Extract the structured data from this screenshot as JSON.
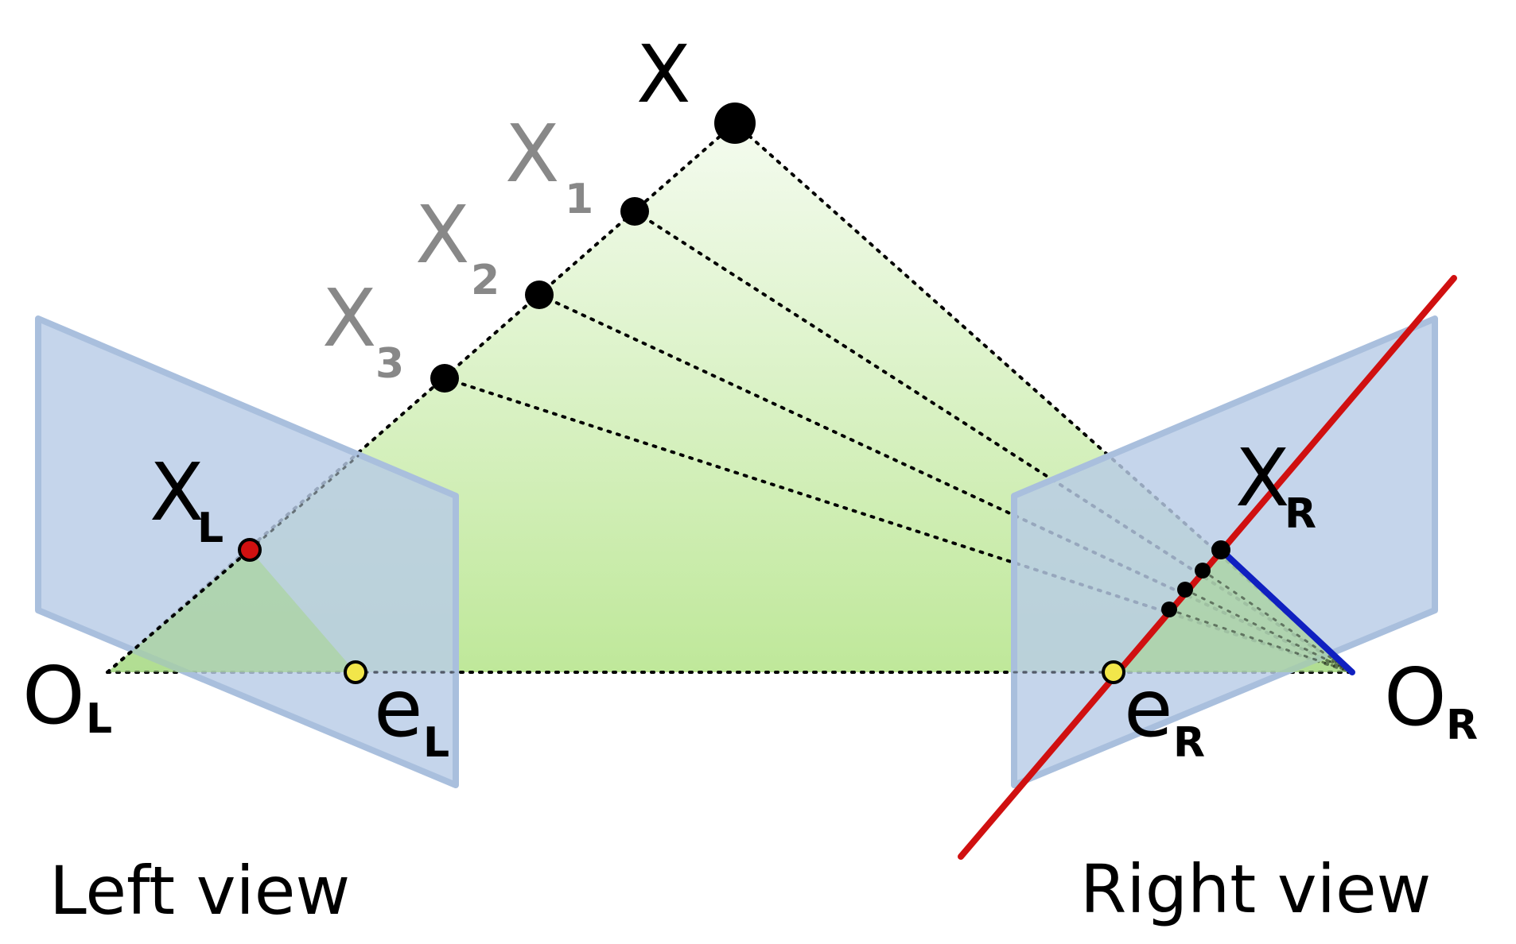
{
  "labels": {
    "point_x": "X",
    "point_x1": "X",
    "point_x1_sub": "1",
    "point_x2": "X",
    "point_x2_sub": "2",
    "point_x3": "X",
    "point_x3_sub": "3",
    "left_image_point": "X",
    "left_image_point_sub": "L",
    "right_image_point": "X",
    "right_image_point_sub": "R",
    "left_center": "O",
    "left_center_sub": "L",
    "right_center": "O",
    "right_center_sub": "R",
    "left_epipole": "e",
    "left_epipole_sub": "L",
    "right_epipole": "e",
    "right_epipole_sub": "R",
    "left_caption": "Left view",
    "right_caption": "Right view"
  },
  "colors": {
    "image_plane_fill": "#b8cce6",
    "image_plane_edge": "#a9bfdd",
    "epipolar_plane_top": "#f4fbef",
    "epipolar_plane_bottom": "#bfe89a",
    "epipolar_line": "#d01010",
    "projected_segment": "#1020c0",
    "point_black": "#000000",
    "point_red": "#d01010",
    "epipole_yellow": "#f2e64a",
    "faded_label": "#888888",
    "text": "#000000"
  }
}
